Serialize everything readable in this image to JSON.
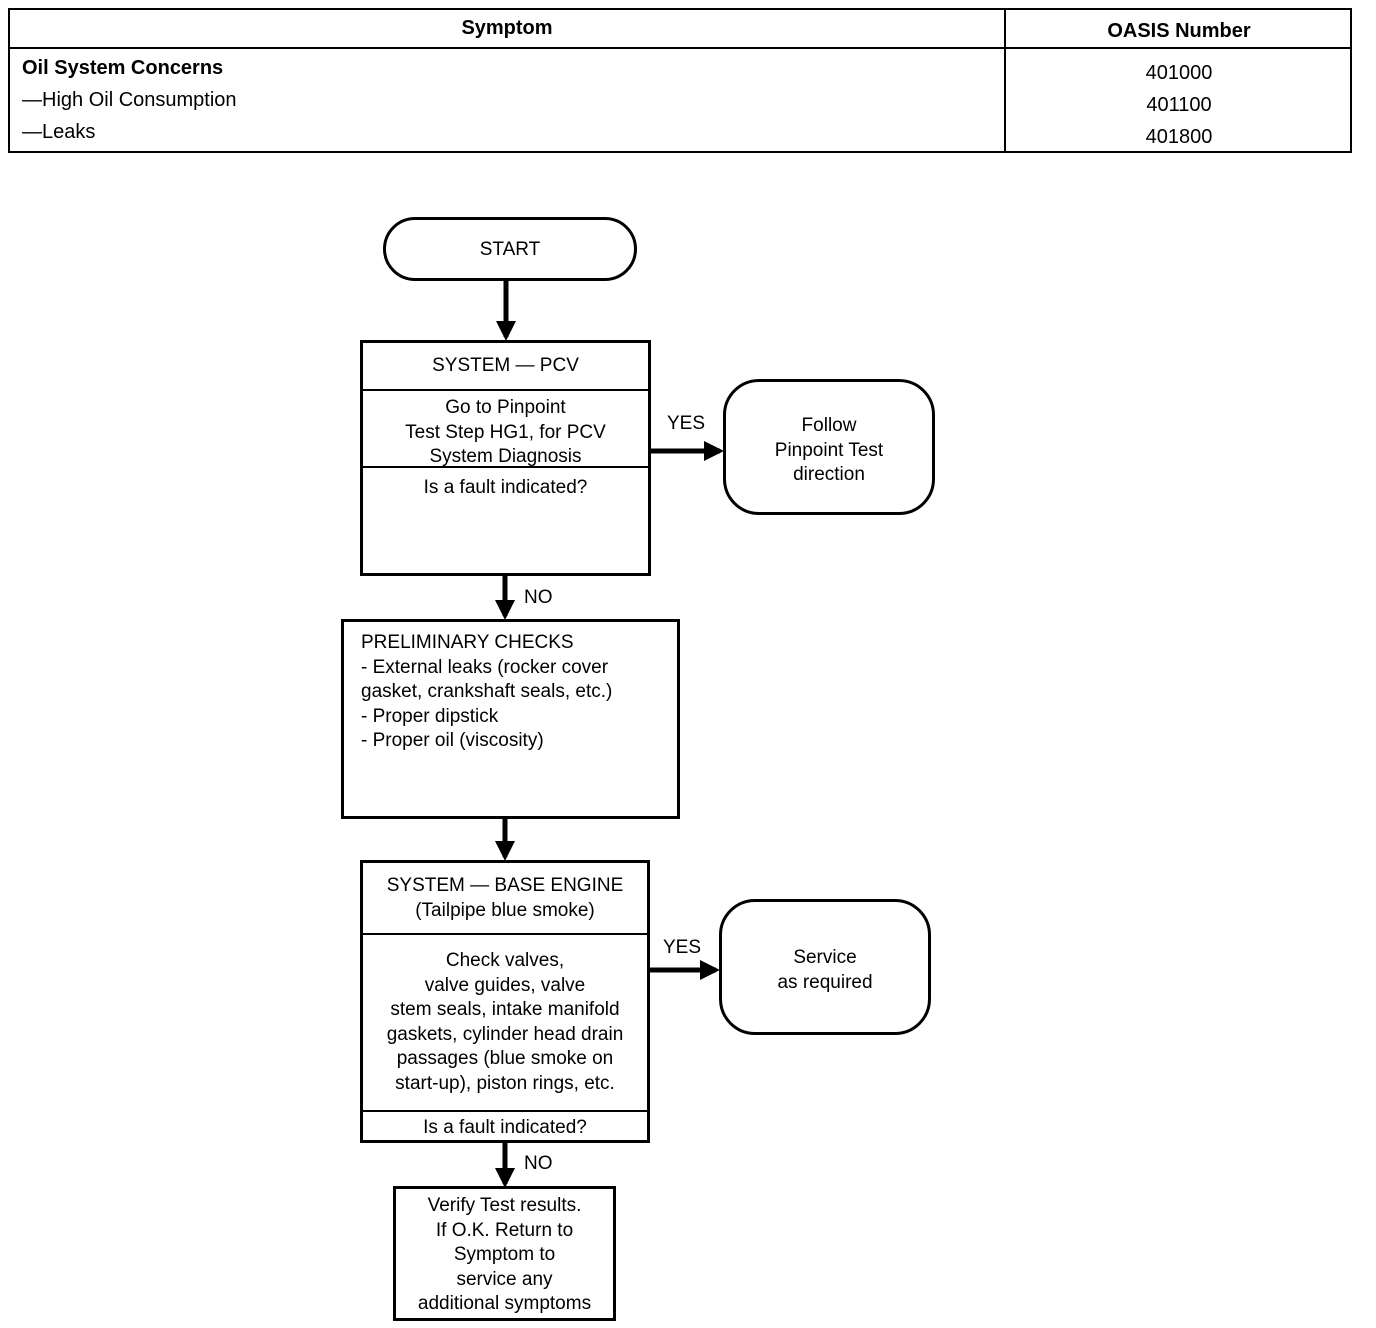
{
  "table": {
    "headers": {
      "symptom": "Symptom",
      "oasis": "OASIS Number"
    },
    "rows": [
      {
        "label": "Oil System Concerns",
        "number": "401000"
      },
      {
        "label": "—High Oil Consumption",
        "number": "401100"
      },
      {
        "label": "—Leaks",
        "number": "401800"
      }
    ]
  },
  "flowchart": {
    "start": "START",
    "pcv": {
      "title": "SYSTEM — PCV",
      "body": "Go to  Pinpoint\nTest Step HG1, for PCV\nSystem Diagnosis",
      "question": "Is a fault indicated?"
    },
    "pcv_yes": "Follow\nPinpoint Test\ndirection",
    "preliminary": {
      "title": "PRELIMINARY CHECKS",
      "items": [
        "- External leaks (rocker cover\n   gasket, crankshaft seals, etc.)",
        "- Proper dipstick",
        "- Proper oil (viscosity)"
      ]
    },
    "base_engine": {
      "title": "SYSTEM — BASE ENGINE\n(Tailpipe blue smoke)",
      "body": "Check  valves,\nvalve guides, valve\nstem seals, intake manifold\ngaskets, cylinder head drain\npassages (blue smoke on\nstart-up), piston rings, etc.",
      "question": "Is a fault indicated?"
    },
    "base_yes": "Service\nas required",
    "verify": "Verify Test results.\nIf O.K. Return to\nSymptom to\nservice any\nadditional symptoms",
    "labels": {
      "yes": "YES",
      "no": "NO"
    }
  }
}
